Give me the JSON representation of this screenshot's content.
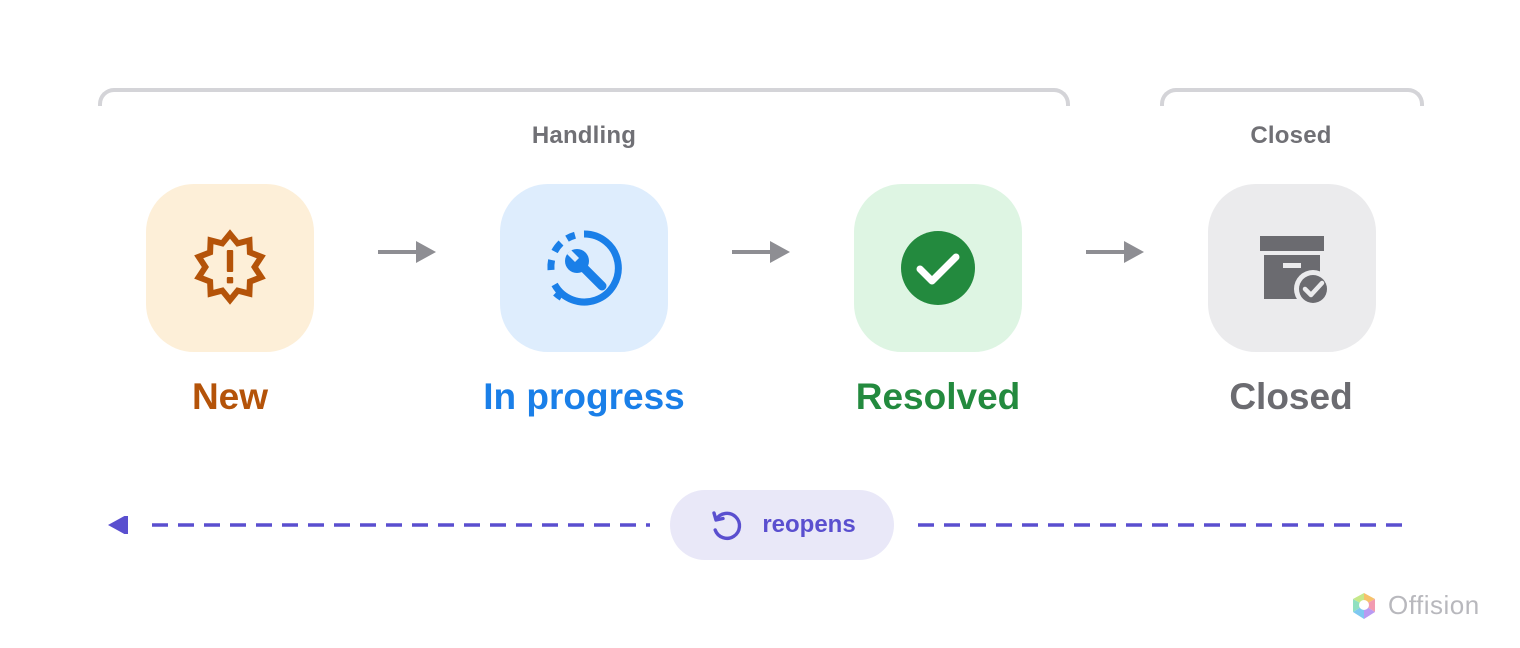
{
  "groups": [
    {
      "label": "Handling"
    },
    {
      "label": "Closed"
    }
  ],
  "stages": [
    {
      "label": "New",
      "icon": "alert-burst-icon",
      "color": "#b45309",
      "tile": "#fdefd8"
    },
    {
      "label": "In progress",
      "icon": "wrench-progress-icon",
      "color": "#1a7fe8",
      "tile": "#deedfd"
    },
    {
      "label": "Resolved",
      "icon": "check-circle-icon",
      "color": "#238a3e",
      "tile": "#def5e3"
    },
    {
      "label": "Closed",
      "icon": "archive-check-icon",
      "color": "#6b6b70",
      "tile": "#ebebed"
    }
  ],
  "transition": {
    "label": "reopens",
    "icon": "refresh-icon",
    "color": "#5a4fcf"
  },
  "brand": {
    "name": "Offision",
    "icon": "offision-logo-icon"
  }
}
